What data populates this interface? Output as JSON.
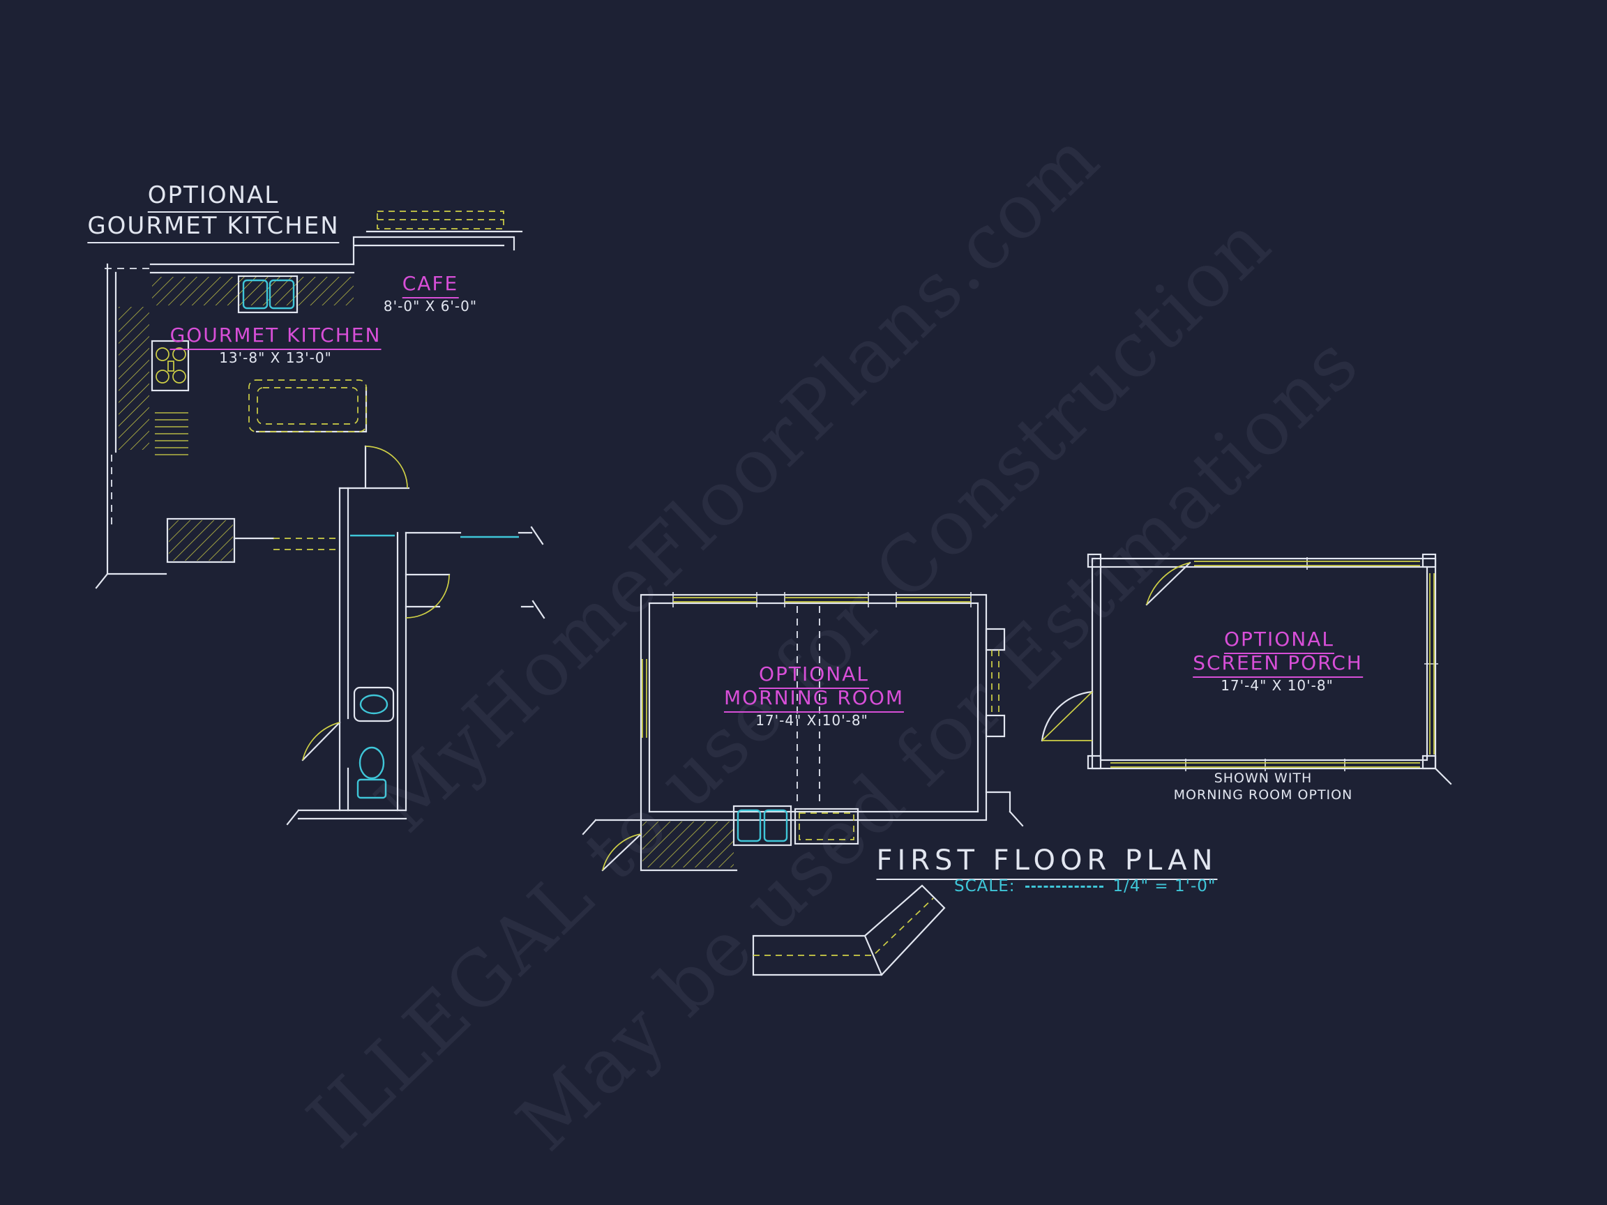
{
  "colors": {
    "background": "#1d2134",
    "wall_white": "#e2e6f0",
    "fixture_yellow": "#cfd046",
    "fixture_cyan": "#3fc6d8",
    "label_magenta": "#d84fd8"
  },
  "headings": {
    "kitchen_plan_line1": "OPTIONAL",
    "kitchen_plan_line2": "GOURMET KITCHEN",
    "plan_title": "FIRST FLOOR PLAN"
  },
  "rooms": {
    "cafe": {
      "name": "CAFE",
      "dims": "8'-0\" X 6'-0\""
    },
    "gourmet_kitchen": {
      "name": "GOURMET KITCHEN",
      "dims": "13'-8\" X 13'-0\""
    },
    "morning_room": {
      "name_line1": "OPTIONAL",
      "name_line2": "MORNING ROOM",
      "dims": "17'-4\" X 10'-8\""
    },
    "screen_porch": {
      "name_line1": "OPTIONAL",
      "name_line2": "SCREEN PORCH",
      "dims": "17'-4\" X 10'-8\"",
      "note_line1": "SHOWN WITH",
      "note_line2": "MORNING ROOM OPTION"
    }
  },
  "scale": {
    "label": "SCALE:",
    "value": "1/4\" = 1'-0\""
  },
  "watermark": {
    "line1": "MyHomeFloorPlans.com",
    "line2": "ILLEGAL to use for Construction",
    "line3": "May be used for Estimations"
  }
}
